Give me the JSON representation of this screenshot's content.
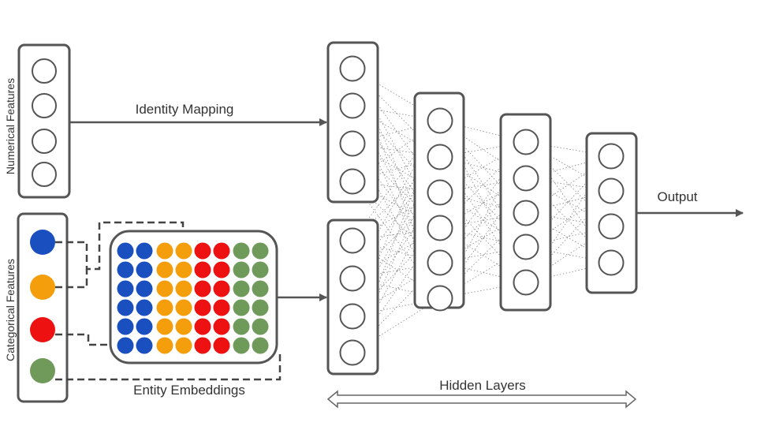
{
  "labels": {
    "numerical_features": "Numerical Features",
    "categorical_features": "Categorical Features",
    "identity_mapping": "Identity Mapping",
    "entity_embeddings": "Entity Embeddings",
    "hidden_layers": "Hidden Layers",
    "output": "Output"
  },
  "colors": {
    "category_1": "#1a4fc0",
    "category_2": "#f59e0b",
    "category_3": "#ee1111",
    "category_4": "#6f9a5a",
    "stroke": "#555555",
    "text": "#333333"
  }
}
